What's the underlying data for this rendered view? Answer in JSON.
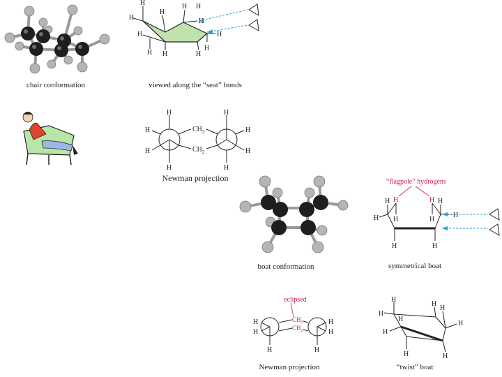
{
  "captions": {
    "chair": "chair conformation",
    "seat": "viewed along the “seat” bonds",
    "newman1": "Newman projection",
    "boat": "boat conformation",
    "symboat": "symmetrical boat",
    "newman2": "Newman projection",
    "twist": "“twist” boat"
  },
  "labels": {
    "flagpole": "“flagpole” hydrogens",
    "eclipsed": "eclipsed",
    "ch2": "CH",
    "ch2sub": "2",
    "h": "H"
  },
  "colors": {
    "carbon": "#1e1e1e",
    "hydrogen": "#b5b5b5",
    "ring_fill": "#bfe2b0",
    "arrow": "#2aa0d8",
    "annotation": "#c0244e",
    "shirt": "#e0442c",
    "pants": "#9fb7e6",
    "chair_seat": "#b7e6a8"
  }
}
